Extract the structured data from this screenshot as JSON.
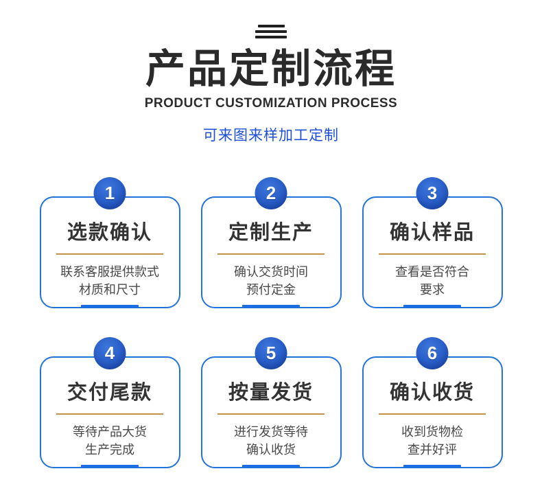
{
  "header": {
    "title": "产品定制流程",
    "subtitle": "PRODUCT CUSTOMIZATION PROCESS",
    "tagline": "可来图来样加工定制"
  },
  "colors": {
    "title_text": "#2a2a2a",
    "tagline_blue": "#1e4fd7",
    "card_border_blue": "#2273da",
    "badge_blue_dark": "#123a97",
    "badge_blue_light": "#3d77dc",
    "divider_tan": "#c4914b",
    "underline_blue": "#1c6ee2",
    "desc_text": "#484848"
  },
  "steps": [
    {
      "number": "1",
      "title": "选款确认",
      "desc": [
        "联系客服提供款式",
        "材质和尺寸"
      ]
    },
    {
      "number": "2",
      "title": "定制生产",
      "desc": [
        "确认交货时间",
        "预付定金"
      ]
    },
    {
      "number": "3",
      "title": "确认样品",
      "desc": [
        "查看是否符合",
        "要求"
      ]
    },
    {
      "number": "4",
      "title": "交付尾款",
      "desc": [
        "等待产品大货",
        "生产完成"
      ]
    },
    {
      "number": "5",
      "title": "按量发货",
      "desc": [
        "进行发货等待",
        "确认收货"
      ]
    },
    {
      "number": "6",
      "title": "确认收货",
      "desc": [
        "收到货物检",
        "查并好评"
      ]
    }
  ]
}
